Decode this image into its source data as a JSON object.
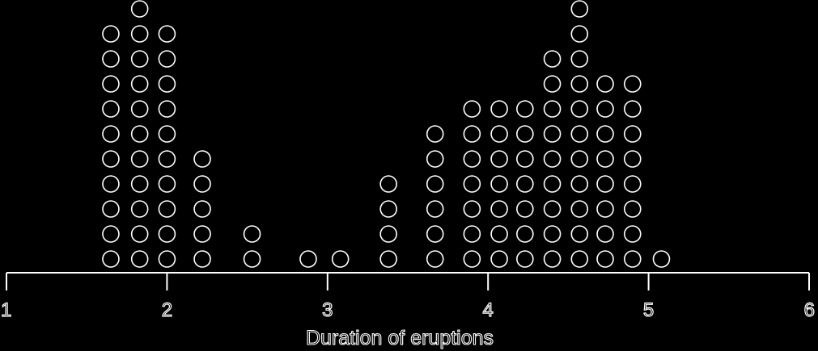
{
  "chart_data": {
    "type": "dotplot",
    "title": "",
    "xlabel": "Duration of eruptions",
    "ylabel": "",
    "xlim": [
      1,
      6
    ],
    "xticks": [
      1,
      2,
      3,
      4,
      5,
      6
    ],
    "xtick_labels": [
      "1",
      "2",
      "3",
      "4",
      "5",
      "6"
    ],
    "grid": false,
    "legend": "none",
    "colors": {
      "background": "#000000",
      "foreground": "#ffffff"
    },
    "points": [
      {
        "x": 1.65,
        "count": 10
      },
      {
        "x": 1.83,
        "count": 11
      },
      {
        "x": 2.0,
        "count": 10
      },
      {
        "x": 2.22,
        "count": 5
      },
      {
        "x": 2.53,
        "count": 2
      },
      {
        "x": 2.88,
        "count": 1
      },
      {
        "x": 3.08,
        "count": 1
      },
      {
        "x": 3.38,
        "count": 4
      },
      {
        "x": 3.67,
        "count": 6
      },
      {
        "x": 3.9,
        "count": 7
      },
      {
        "x": 4.07,
        "count": 7
      },
      {
        "x": 4.23,
        "count": 7
      },
      {
        "x": 4.4,
        "count": 9
      },
      {
        "x": 4.57,
        "count": 11
      },
      {
        "x": 4.73,
        "count": 8
      },
      {
        "x": 4.9,
        "count": 8
      },
      {
        "x": 5.08,
        "count": 1
      }
    ]
  }
}
